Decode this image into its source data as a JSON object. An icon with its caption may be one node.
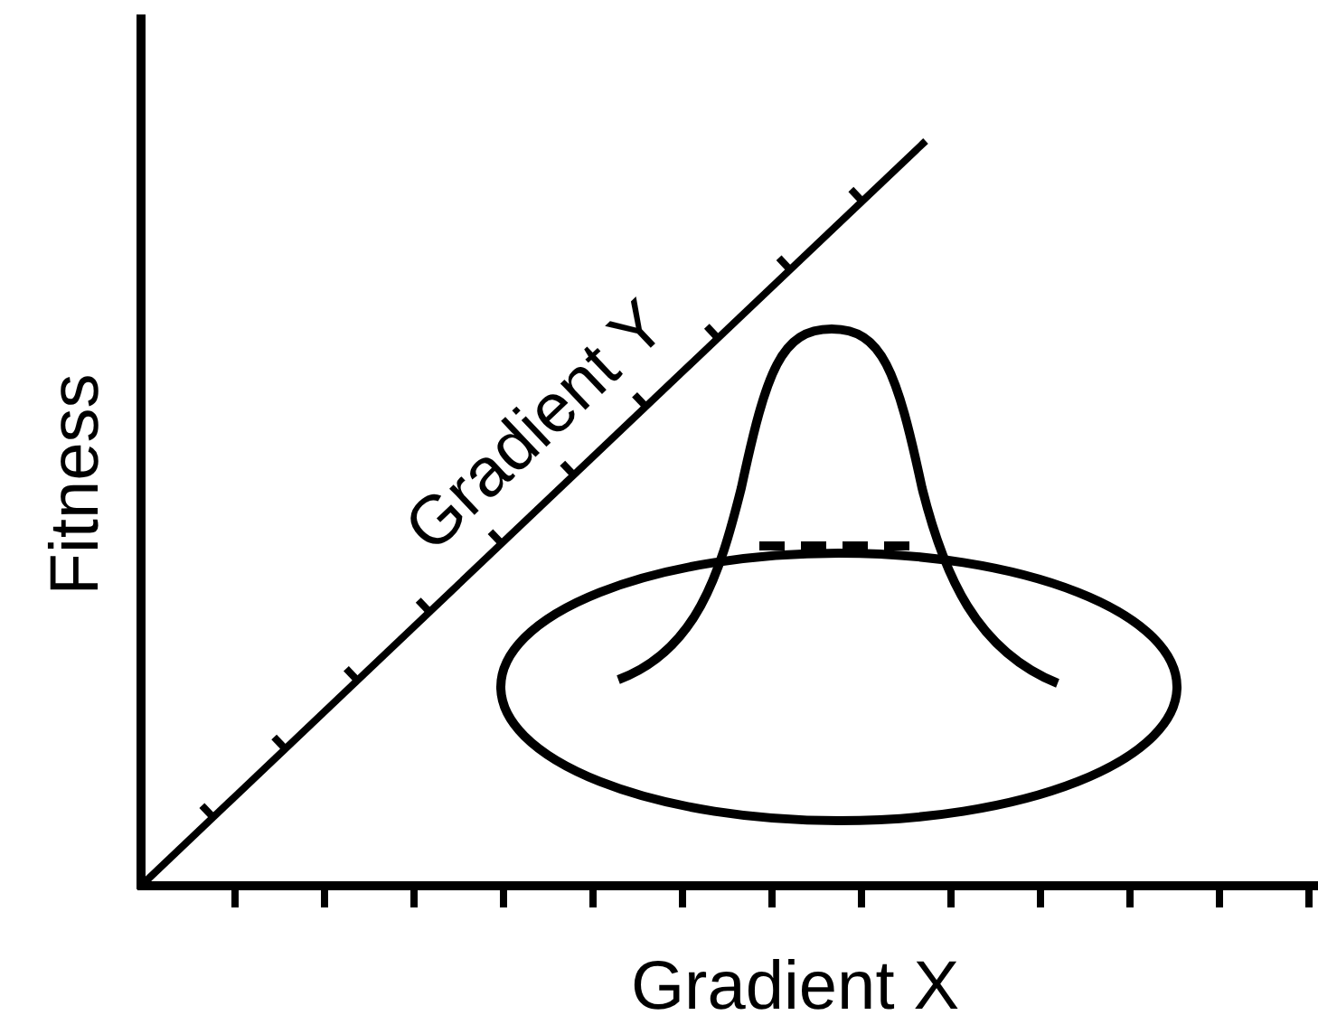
{
  "diagram": {
    "labels": [
      "Fitness",
      "Gradient Y",
      "Gradient X"
    ]
  }
}
